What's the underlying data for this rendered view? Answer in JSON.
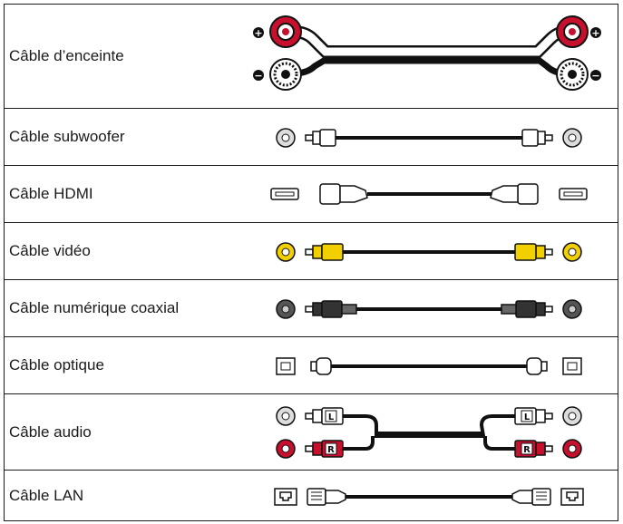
{
  "table": {
    "rows": [
      {
        "label": "Câble d’enceinte",
        "icon": "speaker-cable-icon"
      },
      {
        "label": "Câble subwoofer",
        "icon": "subwoofer-cable-icon"
      },
      {
        "label": "Câble HDMI",
        "icon": "hdmi-cable-icon"
      },
      {
        "label": "Câble vidéo",
        "icon": "video-cable-icon"
      },
      {
        "label": "Câble numérique coaxial",
        "icon": "coaxial-digital-cable-icon"
      },
      {
        "label": "Câble optique",
        "icon": "optical-cable-icon"
      },
      {
        "label": "Câble audio",
        "icon": "audio-cable-icon"
      },
      {
        "label": "Câble LAN",
        "icon": "lan-cable-icon"
      }
    ]
  },
  "connector_labels": {
    "plus": "+",
    "minus": "−",
    "left": "L",
    "right": "R"
  },
  "colors": {
    "speaker_red": "#c8102e",
    "video_yellow": "#f2d000",
    "audio_red": "#c8102e",
    "line": "#111111"
  }
}
